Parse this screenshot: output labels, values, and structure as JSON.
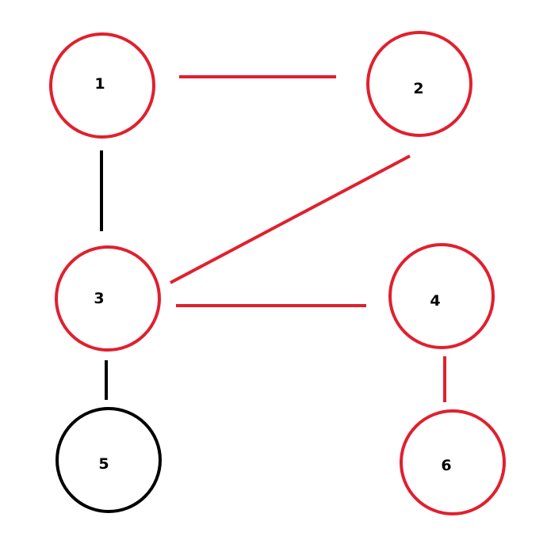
{
  "colors": {
    "red": "#e0202e",
    "black": "#000000",
    "background": "#ffffff"
  },
  "nodes": [
    {
      "label": "1",
      "color": "red"
    },
    {
      "label": "2",
      "color": "red"
    },
    {
      "label": "3",
      "color": "red"
    },
    {
      "label": "4",
      "color": "red"
    },
    {
      "label": "5",
      "color": "black"
    },
    {
      "label": "6",
      "color": "red"
    }
  ],
  "edges": [
    {
      "from": "1",
      "to": "2",
      "color": "red"
    },
    {
      "from": "1",
      "to": "3",
      "color": "black"
    },
    {
      "from": "2",
      "to": "3",
      "color": "red"
    },
    {
      "from": "3",
      "to": "4",
      "color": "red"
    },
    {
      "from": "3",
      "to": "5",
      "color": "black"
    },
    {
      "from": "4",
      "to": "6",
      "color": "red"
    }
  ]
}
